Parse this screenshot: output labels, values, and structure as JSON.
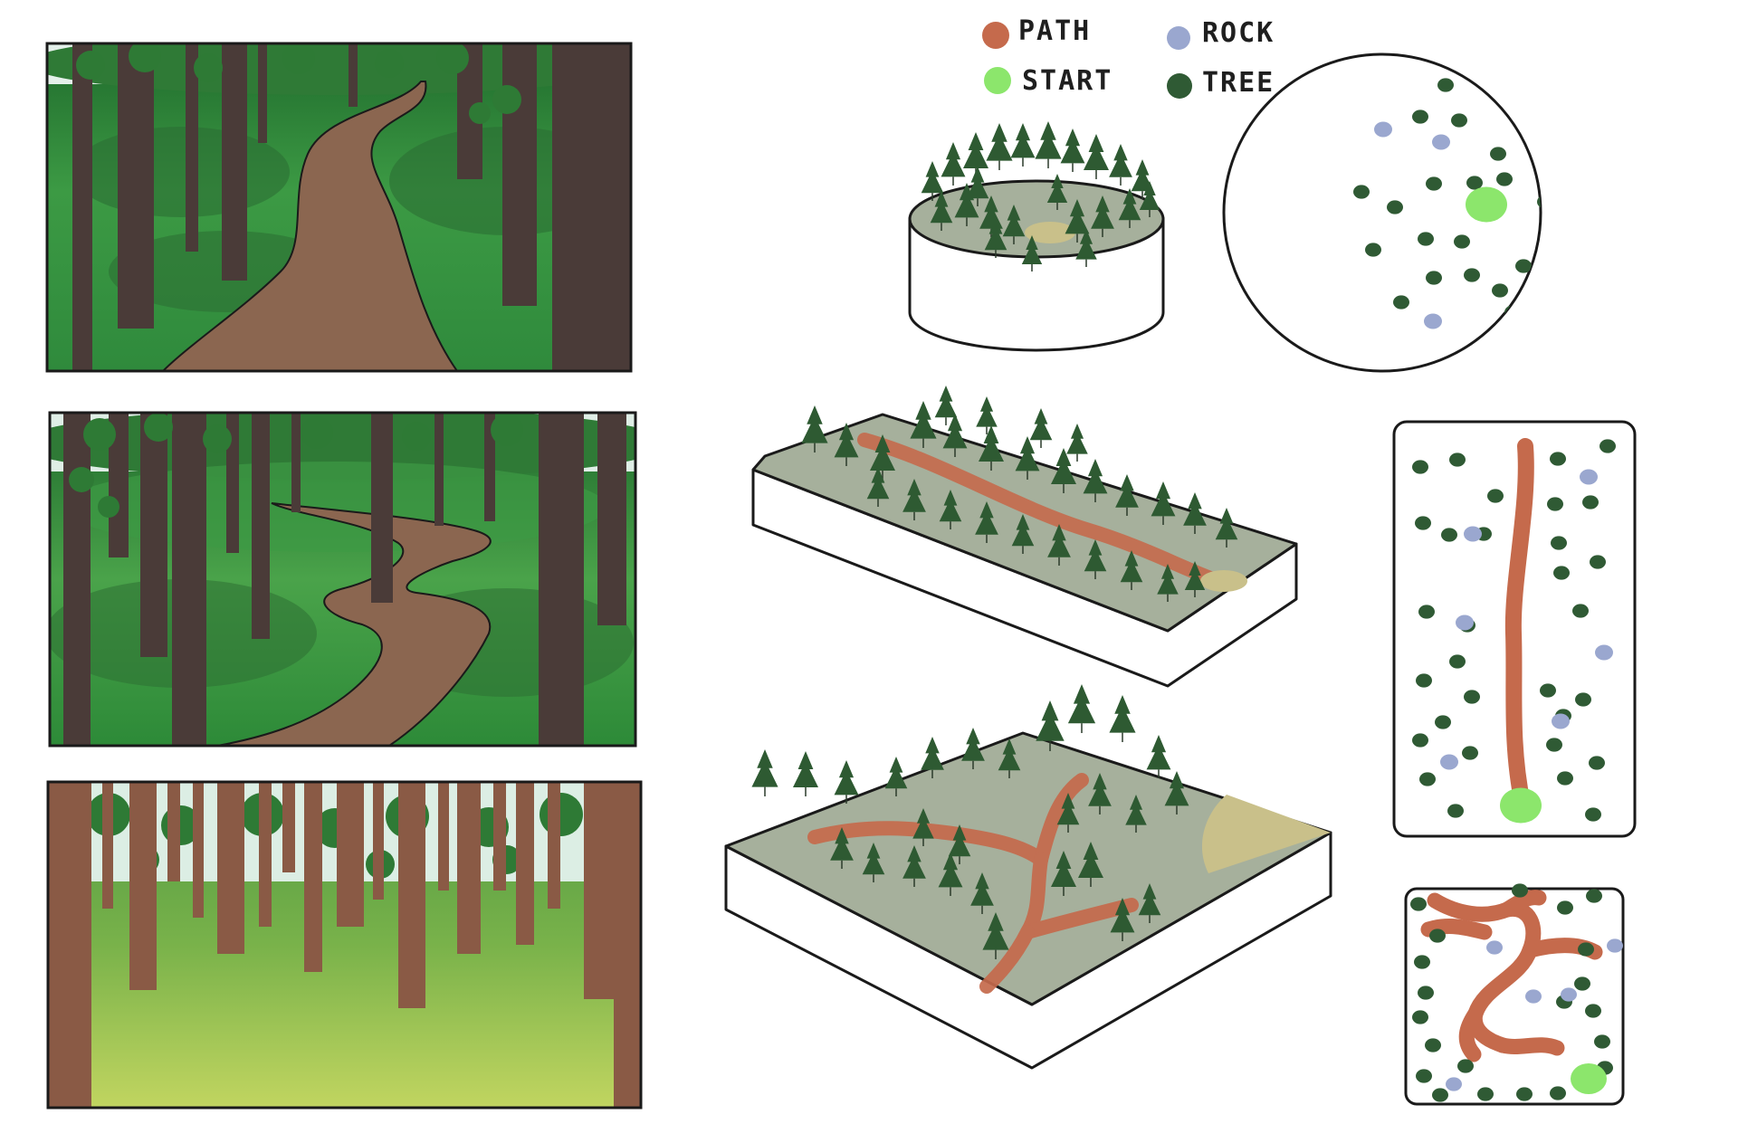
{
  "legend": [
    {
      "key": "path",
      "label": "PATH",
      "color": "#c56a4c"
    },
    {
      "key": "rock",
      "label": "ROCK",
      "color": "#9aa7cf"
    },
    {
      "key": "start",
      "label": "START",
      "color": "#8ce66c"
    },
    {
      "key": "tree",
      "label": "TREE",
      "color": "#2f5a34"
    }
  ],
  "colors": {
    "grass_dark": "#2e7d3a",
    "grass_mid": "#4aa84a",
    "grass_light": "#b9d45a",
    "trunk_dark": "#4a3b38",
    "trunk_brown": "#8a5a45",
    "path_brown": "#8b6650",
    "diorama_top": "#a6b09c",
    "sand": "#c9c08a",
    "outline": "#1a1a1a"
  },
  "sketches": [
    {
      "name": "winding-path-view"
    },
    {
      "name": "zigzag-path-view"
    },
    {
      "name": "open-meadow-view"
    }
  ],
  "dioramas": [
    {
      "name": "circular-clearing-diorama",
      "shape": "cylinder"
    },
    {
      "name": "straight-path-diorama",
      "shape": "slab"
    },
    {
      "name": "branching-path-diorama",
      "shape": "slab"
    }
  ],
  "maps": [
    {
      "name": "circle-map",
      "shape": "circle"
    },
    {
      "name": "straight-path-map",
      "shape": "rounded-rect"
    },
    {
      "name": "branching-path-map",
      "shape": "rounded-rect"
    }
  ]
}
